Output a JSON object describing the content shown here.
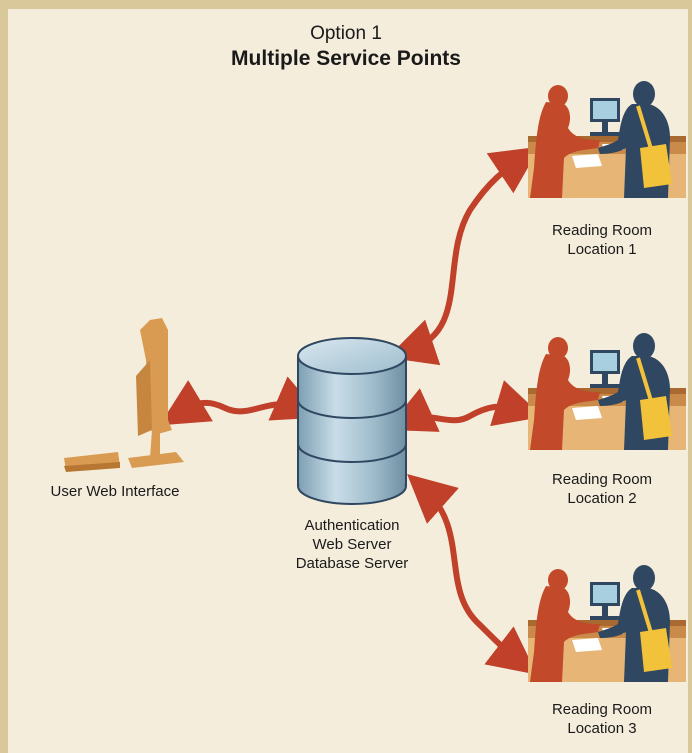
{
  "title": {
    "line1": "Option 1",
    "line2": "Multiple Service Points"
  },
  "nodes": {
    "user": {
      "label": "User Web Interface",
      "icon": "computer-icon"
    },
    "server": {
      "line1": "Authentication",
      "line2": "Web Server",
      "line3": "Database Server",
      "icon": "database-icon"
    },
    "rooms": [
      {
        "line1": "Reading Room",
        "line2": "Location 1",
        "icon": "reading-room-icon"
      },
      {
        "line1": "Reading Room",
        "line2": "Location 2",
        "icon": "reading-room-icon"
      },
      {
        "line1": "Reading Room",
        "line2": "Location 3",
        "icon": "reading-room-icon"
      }
    ]
  },
  "colors": {
    "frame": "#d8c89a",
    "background": "#f5eddc",
    "arrow": "#c0402a",
    "computer": "#d99a52",
    "database": "#9fbfcf",
    "staff": "#c24a2a",
    "patron": "#2f4760",
    "bag": "#f2c23a"
  }
}
